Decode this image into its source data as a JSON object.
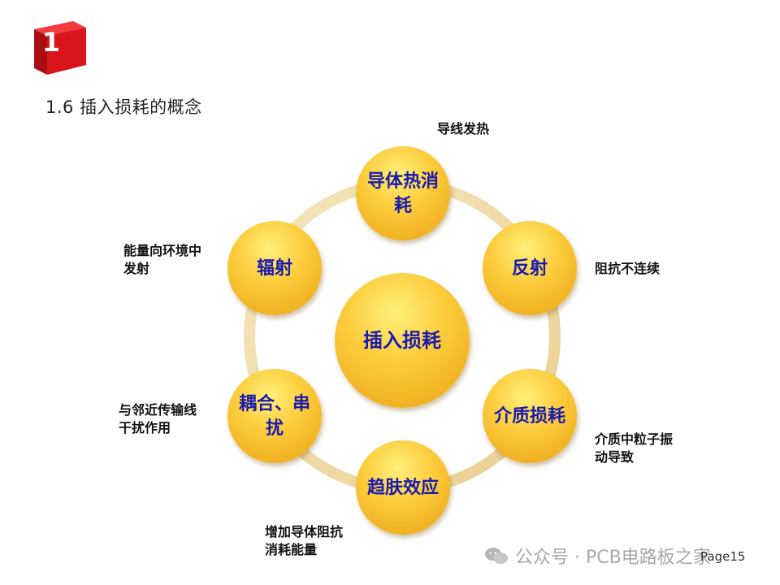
{
  "slide": {
    "section_number": "1",
    "title": "1.6 插入损耗的概念",
    "page_label": "Page15",
    "watermark": "公众号 · PCB电路板之家"
  },
  "diagram": {
    "center": "插入损耗",
    "nodes": [
      {
        "id": "conductor",
        "label": "导体热消耗",
        "note": "导线发热"
      },
      {
        "id": "reflection",
        "label": "反射",
        "note": "阻抗不连续"
      },
      {
        "id": "dielectric",
        "label": "介质损耗",
        "note": "介质中粒子振动导致"
      },
      {
        "id": "skin",
        "label": "趋肤效应",
        "note": "增加导体阻抗消耗能量"
      },
      {
        "id": "coupling",
        "label": "耦合、串扰",
        "note": "与邻近传输线干扰作用"
      },
      {
        "id": "radiation",
        "label": "辐射",
        "note": "能量向环境中发射"
      }
    ]
  },
  "colors": {
    "node_text": "#1a1ab0",
    "cube_red": "#d9141b",
    "ring": "#f1dcaa"
  }
}
